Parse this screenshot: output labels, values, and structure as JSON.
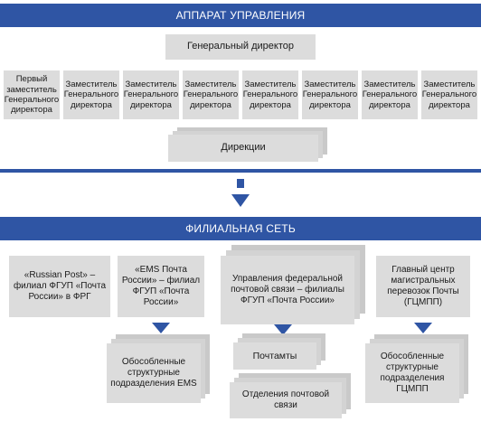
{
  "management": {
    "banner": "АППАРАТ УПРАВЛЕНИЯ",
    "ceo": "Генеральный директор",
    "deputies": [
      "Первый заместитель Генерального директора",
      "Заместитель Генерального директора",
      "Заместитель Генерального директора",
      "Заместитель Генерального директора",
      "Заместитель Генерального директора",
      "Заместитель Генерального директора",
      "Заместитель Генерального директора",
      "Заместитель Генерального директора"
    ],
    "directorates": "Дирекции"
  },
  "network": {
    "banner": "ФИЛИАЛЬНАЯ СЕТЬ",
    "branches": [
      "«Russian Post» – филиал ФГУП «Почта России» в ФРГ",
      "«EMS Почта России» – филиал ФГУП «Почта России»",
      "Управления федеральной почтовой связи – филиалы ФГУП «Почта России»",
      "Главный центр магистральных перевозок Почты (ГЦМПП)"
    ],
    "ems_units": "Обособленные структурные подразделения EMS",
    "post_offices": "Почтамты",
    "postal_departments": "Отделения почтовой связи",
    "gcmpp_units": "Обособленные структурные подразделения ГЦМПП"
  },
  "colors": {
    "accent": "#2f55a4",
    "box": "#dcdcdc"
  }
}
